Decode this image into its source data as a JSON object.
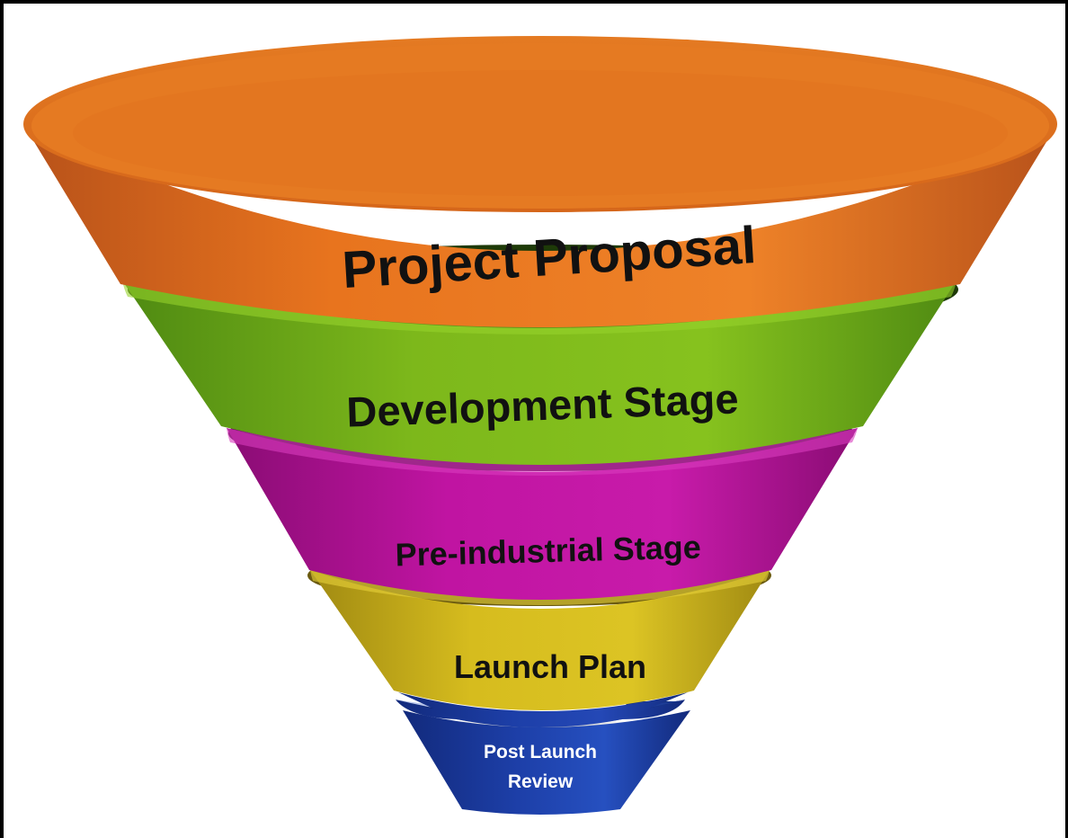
{
  "diagram": {
    "stages": [
      {
        "label": "Project Proposal",
        "color": "#E8741E"
      },
      {
        "label": "Development Stage",
        "color": "#7DB81B"
      },
      {
        "label": "Pre-industrial Stage",
        "color": "#C014A2"
      },
      {
        "label": "Launch Plan",
        "color": "#D6BC1E"
      },
      {
        "label_line1": "Post Launch",
        "label_line2": "Review",
        "color": "#1D3FA8"
      }
    ]
  }
}
